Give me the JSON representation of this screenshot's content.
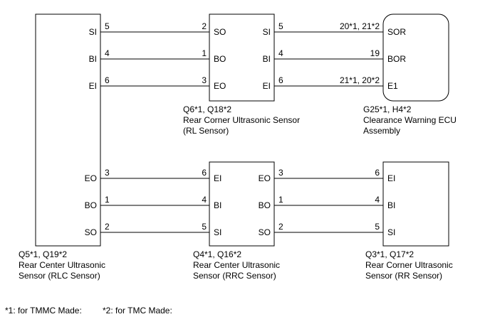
{
  "components": {
    "rlc": {
      "lines": [
        "Q5*1, Q19*2",
        "Rear Center Ultrasonic",
        "Sensor (RLC Sensor)"
      ],
      "pins_top": [
        "SI",
        "BI",
        "EI"
      ],
      "pins_bottom": [
        "EO",
        "BO",
        "SO"
      ]
    },
    "rl": {
      "lines": [
        "Q6*1, Q18*2",
        "Rear Corner Ultrasonic Sensor",
        "(RL Sensor)"
      ],
      "pins_left": [
        "SO",
        "BO",
        "EO"
      ],
      "pins_right": [
        "SI",
        "BI",
        "EI"
      ]
    },
    "ecu": {
      "lines": [
        "G25*1, H4*2",
        "Clearance Warning ECU",
        "Assembly"
      ],
      "pins": [
        "SOR",
        "BOR",
        "E1"
      ]
    },
    "rrc": {
      "lines": [
        "Q4*1, Q16*2",
        "Rear Center Ultrasonic",
        "Sensor (RRC Sensor)"
      ],
      "pins_left": [
        "EI",
        "BI",
        "SI"
      ],
      "pins_right": [
        "EO",
        "BO",
        "SO"
      ]
    },
    "rr": {
      "lines": [
        "Q3*1, Q17*2",
        "Rear Corner Ultrasonic",
        "Sensor (RR Sensor)"
      ],
      "pins": [
        "EI",
        "BI",
        "SI"
      ]
    }
  },
  "wires": {
    "rlc_rl": [
      {
        "from": "5",
        "to": "2"
      },
      {
        "from": "4",
        "to": "1"
      },
      {
        "from": "6",
        "to": "3"
      }
    ],
    "rl_ecu": [
      {
        "from": "5",
        "to": "20*1, 21*2"
      },
      {
        "from": "4",
        "to": "19"
      },
      {
        "from": "6",
        "to": "21*1, 20*2"
      }
    ],
    "rlc_rrc": [
      {
        "from": "3",
        "to": "6"
      },
      {
        "from": "1",
        "to": "4"
      },
      {
        "from": "2",
        "to": "5"
      }
    ],
    "rrc_rr": [
      {
        "from": "3",
        "to": "6"
      },
      {
        "from": "1",
        "to": "4"
      },
      {
        "from": "2",
        "to": "5"
      }
    ]
  },
  "footnotes": [
    "*1: for TMMC Made:",
    "*2: for TMC Made:"
  ]
}
